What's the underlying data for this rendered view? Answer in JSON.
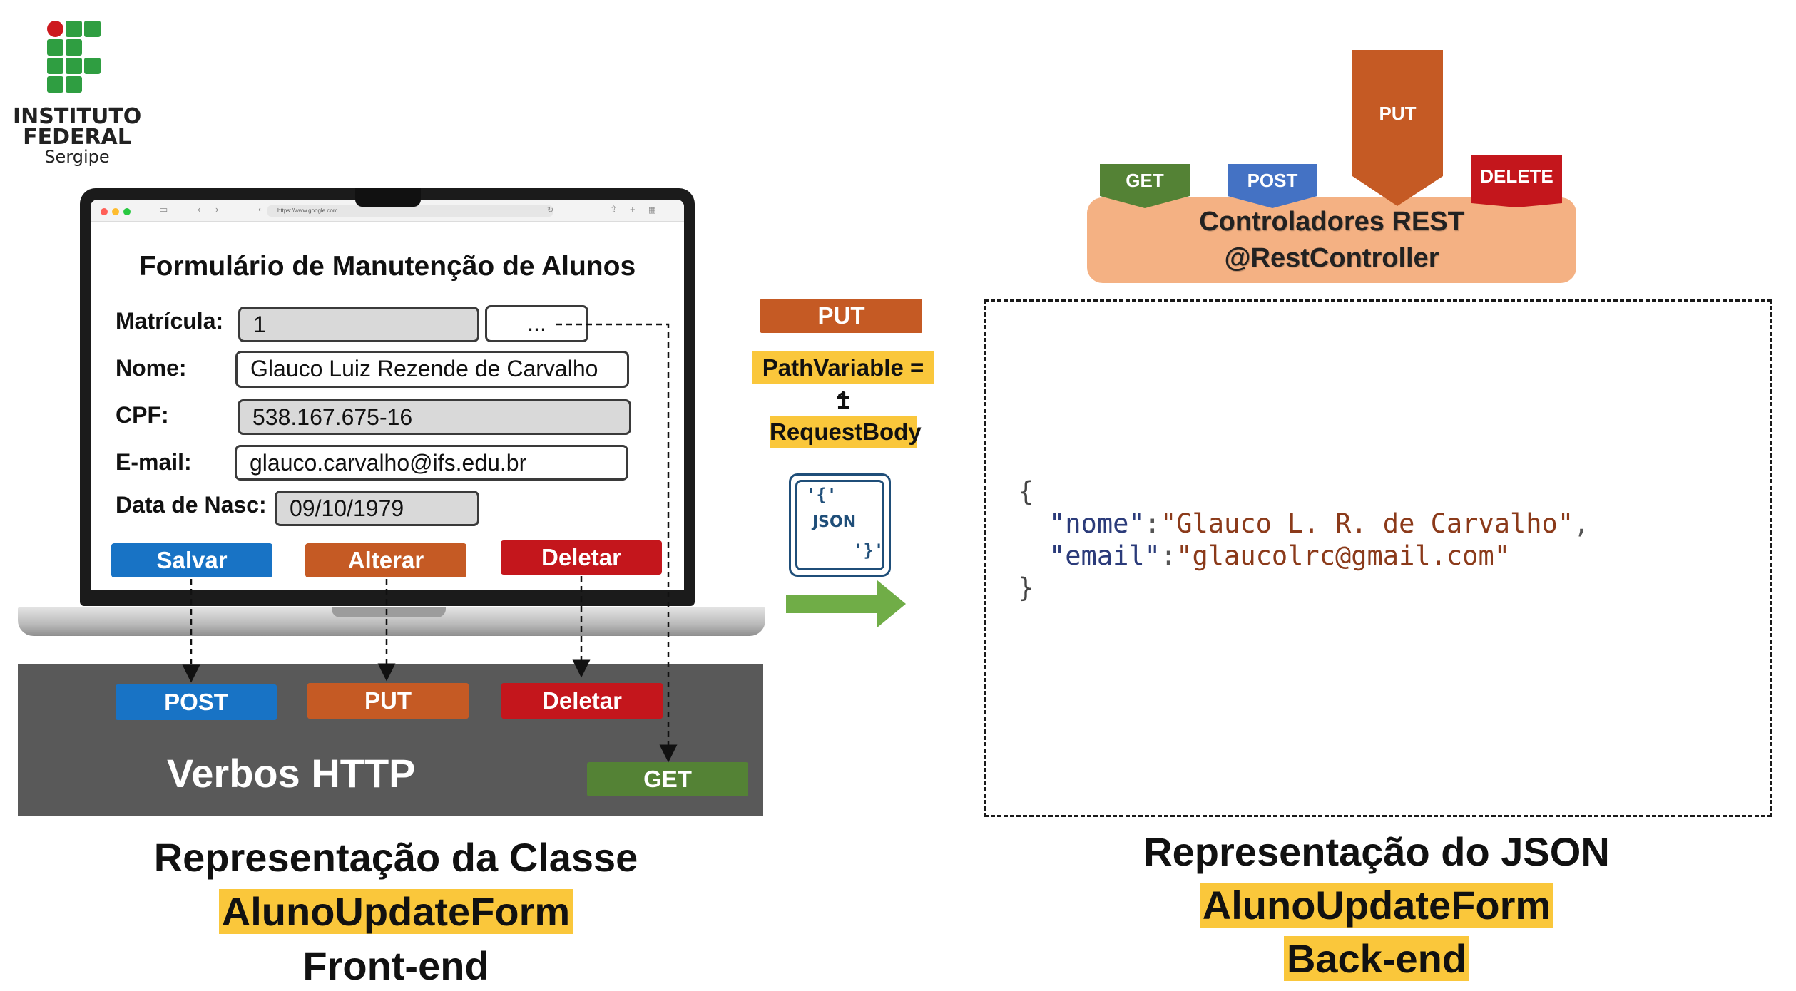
{
  "logo": {
    "line1": "INSTITUTO",
    "line2": "FEDERAL",
    "line3": "Sergipe",
    "colors": {
      "green": "#2f9e41",
      "red": "#cd191e"
    }
  },
  "browser": {
    "url": "https://www.google.com"
  },
  "form": {
    "title": "Formulário de Manutenção de Alunos",
    "matricula_label": "Matrícula:",
    "matricula_value": "1",
    "lookup_button": "...",
    "nome_label": "Nome:",
    "nome_value": "Glauco Luiz Rezende de Carvalho",
    "cpf_label": "CPF:",
    "cpf_value": "538.167.675-16",
    "email_label": "E-mail:",
    "email_value": "glauco.carvalho@ifs.edu.br",
    "nasc_label": "Data de Nasc:",
    "nasc_value": "09/10/1979",
    "buttons": {
      "salvar": "Salvar",
      "alterar": "Alterar",
      "deletar": "Deletar"
    }
  },
  "http": {
    "title": "Verbos HTTP",
    "post": "POST",
    "put": "PUT",
    "deletar": "Deletar",
    "get": "GET"
  },
  "left_caption": {
    "line1": "Representação da Classe",
    "line2": "AlunoUpdateForm",
    "line3": "Front-end"
  },
  "middle": {
    "method": "PUT",
    "path_variable": "PathVariable = 1",
    "plus": "+",
    "request_body": "RequestBody",
    "json_icon_open": "'{'",
    "json_icon_text": "JSON",
    "json_icon_close": "'}'"
  },
  "controller": {
    "line1": "Controladores REST",
    "line2": "@RestController",
    "get": "GET",
    "post": "POST",
    "put": "PUT",
    "delete": "DELETE"
  },
  "json_body": {
    "open": "{",
    "nome_key": "\"nome\"",
    "nome_value": "\"Glauco L. R. de Carvalho\"",
    "email_key": "\"email\"",
    "email_value": "\"glaucolrc@gmail.com\"",
    "close": "}"
  },
  "right_caption": {
    "line1": "Representação do JSON",
    "line2": "AlunoUpdateForm",
    "line3": "Back-end"
  },
  "colors": {
    "blue": "#1873c5",
    "orange": "#c55a24",
    "red": "#c4161c",
    "green": "#548235",
    "highlight": "#fac73b",
    "controller_bg": "#f4b183",
    "http_panel": "#595959"
  }
}
